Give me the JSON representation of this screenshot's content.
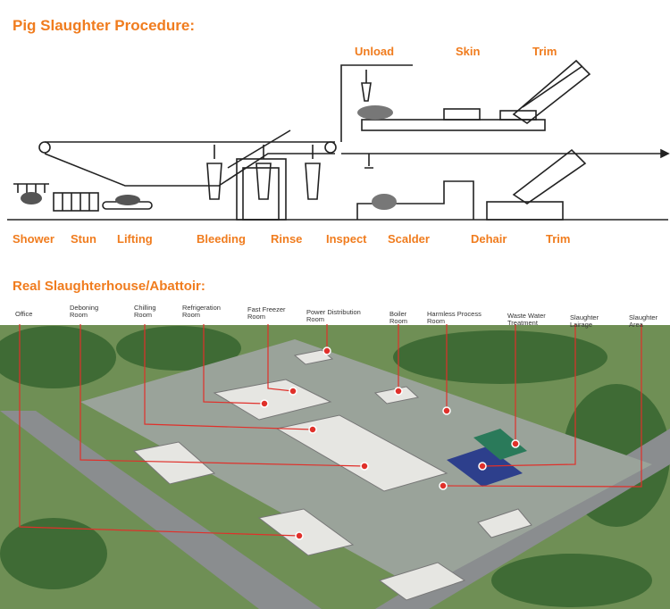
{
  "procedure": {
    "title": "Pig Slaughter Procedure:",
    "top_labels": [
      "Unload",
      "Skin",
      "Trim"
    ],
    "bottom_labels": [
      "Shower",
      "Stun",
      "Lifting",
      "Bleeding",
      "Rinse",
      "Inspect",
      "Scalder",
      "Dehair",
      "Trim"
    ]
  },
  "abattoir": {
    "title": "Real Slaughterhouse/Abattoir:",
    "labels": [
      "Office",
      "Deboning\nRoom",
      "Chilling\nRoom",
      "Refrigeration\nRoom",
      "Fast Freezer\nRoom",
      "Power Distribution\nRoom",
      "Boiler\nRoom",
      "Harmless Process\nRoom",
      "Waste Water\nTreatment",
      "Slaughter\nLairage",
      "Slaughter\nArea"
    ]
  },
  "colors": {
    "accent": "#f07c1e",
    "marker": "#e0302a",
    "line": "#222222"
  }
}
